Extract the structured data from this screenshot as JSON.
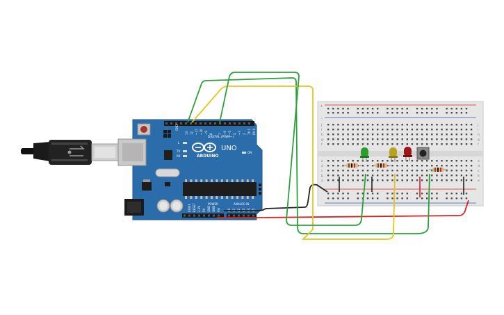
{
  "board": {
    "brand": "ARDUINO",
    "model": "UNO",
    "digital_label": "DIGITAL (PWM~)",
    "power_label": "POWER",
    "analog_label": "ANALOG IN",
    "on_label": "ON",
    "l_label": "L",
    "tx_label": "TX",
    "rx_label": "RX",
    "gnd_label": "GND",
    "aref_label": "AREF",
    "digital_pins": [
      "13",
      "12",
      "~11",
      "~10",
      "~9",
      "8",
      "7",
      "~6",
      "~5",
      "4",
      "~3",
      "2",
      "TX 1",
      "RX 0"
    ],
    "power_pins": [
      "IOREF",
      "RESET",
      "3.3V",
      "5V",
      "GND",
      "GND",
      "Vin"
    ],
    "analog_pins": [
      "A0",
      "A1",
      "A2",
      "A3",
      "A4",
      "A5"
    ]
  },
  "breadboard": {
    "row_letters_top": [
      "j",
      "i",
      "h",
      "g",
      "f"
    ],
    "row_letters_bottom": [
      "e",
      "d",
      "c",
      "b",
      "a"
    ],
    "plus_label": "+",
    "minus_label": "-"
  },
  "components": [
    {
      "kind": "led",
      "color": "green"
    },
    {
      "kind": "led",
      "color": "yellow"
    },
    {
      "kind": "led",
      "color": "red"
    },
    {
      "kind": "pushbutton"
    },
    {
      "kind": "resistor"
    },
    {
      "kind": "resistor"
    },
    {
      "kind": "resistor"
    }
  ],
  "colors": {
    "board": "#2b6cab",
    "breadboard": "#e6e6e6",
    "wire_green": "#2aa23a",
    "wire_yellow": "#e8c419",
    "wire_red": "#d9211e",
    "wire_black": "#222222",
    "led_green": "#2e9c2e",
    "led_yellow": "#b8a21e",
    "led_red": "#a01616"
  }
}
